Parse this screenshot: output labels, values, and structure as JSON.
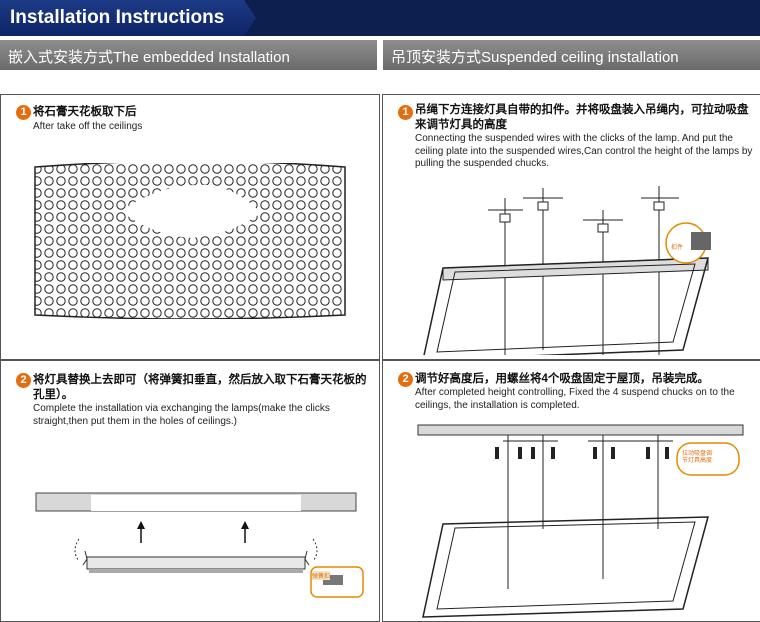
{
  "header": {
    "title": "Installation Instructions"
  },
  "sections": {
    "embedded": "嵌入式安装方式The embedded Installation",
    "suspended": "吊顶安装方式Suspended ceiling installation"
  },
  "steps": {
    "e1": {
      "num": "1",
      "cn": "将石膏天花板取下后",
      "en": "After take off the ceilings"
    },
    "e2": {
      "num": "2",
      "cn": "将灯具替换上去即可（将弹簧扣垂直，然后放入取下石膏天花板的孔里）。",
      "en": "Complete the installation via exchanging the lamps(make the clicks straight,then put them in the holes of  ceilings.)"
    },
    "s1": {
      "num": "1",
      "cn": "吊绳下方连接灯具自带的扣件。并将吸盘装入吊绳内，可拉动吸盘来调节灯具的高度",
      "en": "Connecting the suspended wires with the clicks of the lamp. And put the ceiling plate into the suspended wires,Can control the height of the lamps by pulling the suspended chucks."
    },
    "s2": {
      "num": "2",
      "cn": "调节好高度后，用螺丝将4个吸盘固定于屋顶，吊装完成。",
      "en": "After completed height controlling, Fixed the 4 suspend chucks on to the ceilings, the installation is completed."
    }
  },
  "callouts": {
    "spring": "弹簧扣",
    "clip": "扣件",
    "chuck": "拉动吸盘调节灯具高度"
  }
}
